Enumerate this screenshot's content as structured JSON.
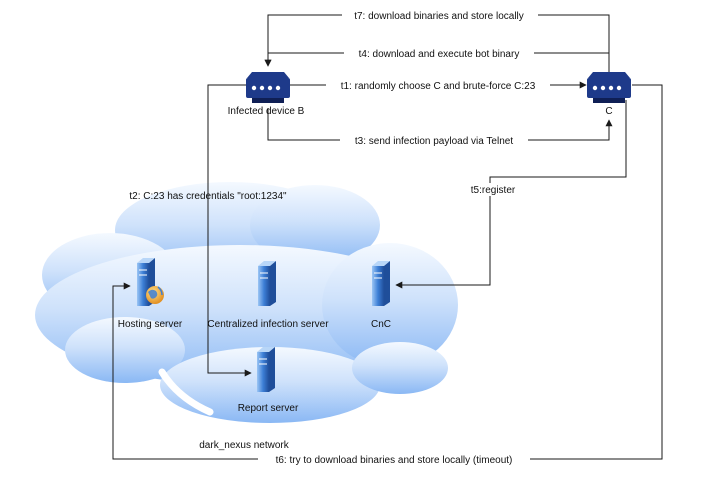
{
  "nodes": {
    "infected_device_b": "Infected device B",
    "c": "C",
    "hosting_server": "Hosting server",
    "centralized_infection_server": "Centralized infection server",
    "cnc": "CnC",
    "report_server": "Report server",
    "network": "dark_nexus network"
  },
  "edges": {
    "t1": "t1: randomly choose C and brute-force C:23",
    "t2": "t2: C:23 has credentials \"root:1234\"",
    "t3": "t3: send infection payload via Telnet",
    "t4": "t4: download and execute bot binary",
    "t5": "t5:register",
    "t6": "t6: try to download binaries and store locally (timeout)",
    "t7": "t7: download binaries and store locally"
  },
  "colors": {
    "cloud_top": "#f4f9ff",
    "cloud_bottom": "#8ab8f4",
    "router": "#1e3a8a",
    "server": "#3d7fd6",
    "edge": "#1a1a1a"
  }
}
